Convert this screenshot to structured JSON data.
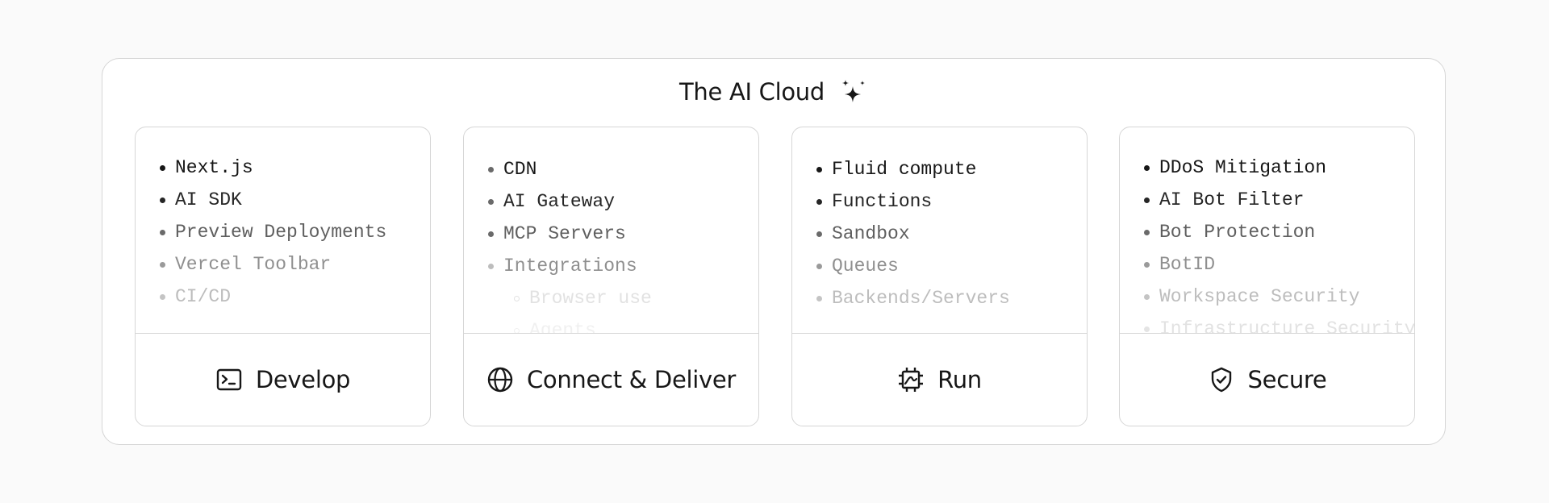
{
  "header": {
    "title": "The AI Cloud",
    "icon": "sparkles-icon"
  },
  "cards": [
    {
      "label": "Develop",
      "icon": "terminal-icon",
      "items": [
        {
          "text": "Next.js",
          "tone": 0
        },
        {
          "text": "AI SDK",
          "tone": 1
        },
        {
          "text": "Preview Deployments",
          "tone": 2
        },
        {
          "text": "Vercel Toolbar",
          "tone": 3
        },
        {
          "text": "CI/CD",
          "tone": 4
        }
      ]
    },
    {
      "label": "Connect & Deliver",
      "icon": "globe-icon",
      "items": [
        {
          "text": "CDN",
          "tone": 0
        },
        {
          "text": "AI Gateway",
          "tone": 1
        },
        {
          "text": "MCP Servers",
          "tone": 2
        },
        {
          "text": "Integrations",
          "tone": 3
        },
        {
          "text": "Browser use",
          "tone": 5,
          "sub": true
        },
        {
          "text": "Agents",
          "tone": 6,
          "sub": true
        }
      ]
    },
    {
      "label": "Run",
      "icon": "chip-icon",
      "items": [
        {
          "text": "Fluid compute",
          "tone": 0
        },
        {
          "text": "Functions",
          "tone": 1
        },
        {
          "text": "Sandbox",
          "tone": 2
        },
        {
          "text": "Queues",
          "tone": 3
        },
        {
          "text": "Backends/Servers",
          "tone": 4
        }
      ]
    },
    {
      "label": "Secure",
      "icon": "shield-check-icon",
      "items": [
        {
          "text": "DDoS Mitigation",
          "tone": 0
        },
        {
          "text": "AI Bot Filter",
          "tone": 1
        },
        {
          "text": "Bot Protection",
          "tone": 2
        },
        {
          "text": "BotID",
          "tone": 3
        },
        {
          "text": "Workspace Security",
          "tone": 4
        },
        {
          "text": "Infrastructure Security",
          "tone": 5
        }
      ]
    }
  ]
}
